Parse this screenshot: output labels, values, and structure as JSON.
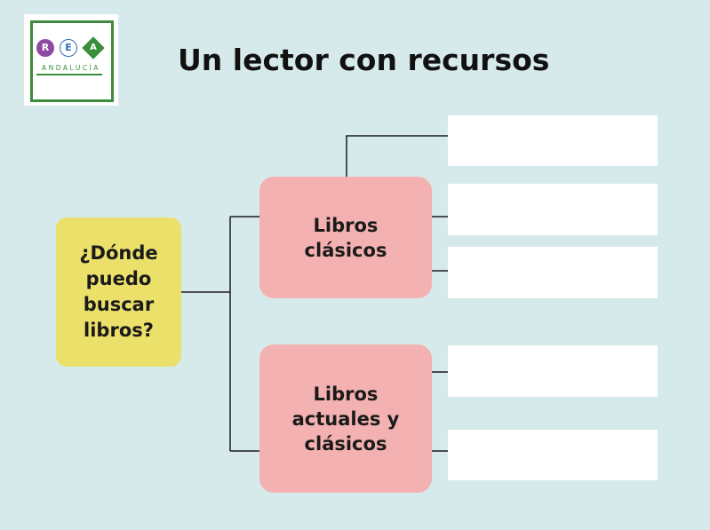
{
  "logo": {
    "letters": [
      "R",
      "E",
      "A"
    ],
    "text": "ANDALUCÍA"
  },
  "title": "Un lector con recursos",
  "root": {
    "label_lines": [
      "¿Dónde",
      "puedo",
      "buscar",
      "libros?"
    ]
  },
  "branches": [
    {
      "label_lines": [
        "Libros",
        "clásicos"
      ]
    },
    {
      "label_lines": [
        "Libros",
        "actuales y",
        "clásicos"
      ]
    }
  ],
  "leaves": [
    "",
    "",
    "",
    "",
    ""
  ],
  "colors": {
    "background": "#d7eaeb",
    "root": "#ebe06a",
    "branch": "#f4b1b1",
    "leaf": "#ffffff",
    "logo_green": "#3a8f3a",
    "logo_purple": "#8e4aa3",
    "logo_blue": "#2f6fb1"
  }
}
